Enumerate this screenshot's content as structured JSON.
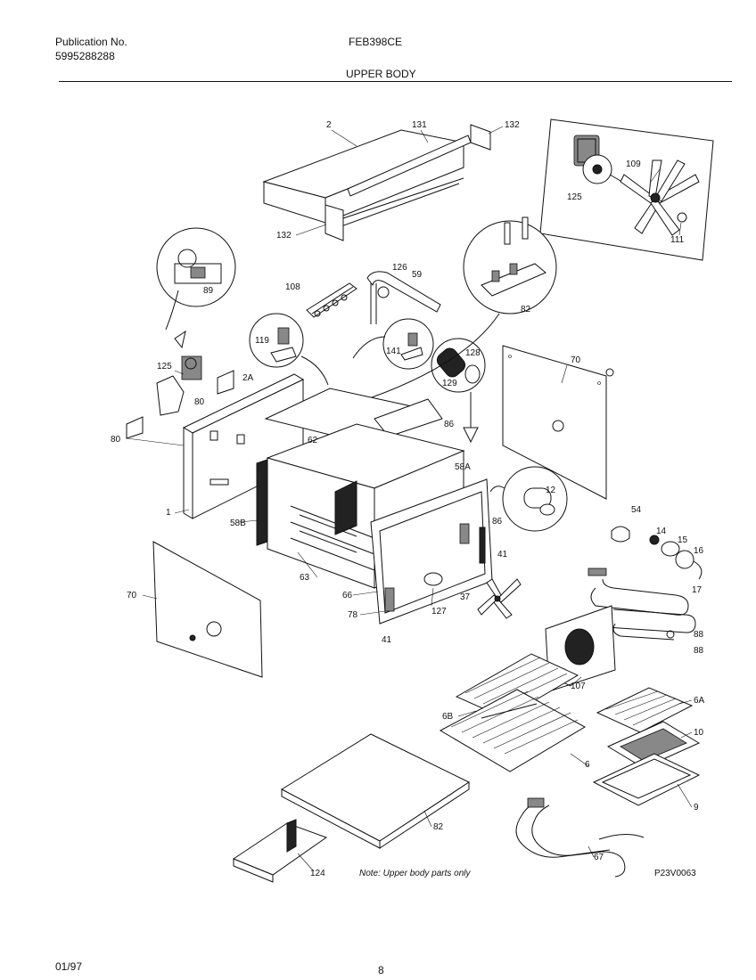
{
  "header": {
    "publication_label": "Publication No.",
    "publication_number": "5995288288",
    "model": "FEB398CE",
    "section_title": "UPPER BODY"
  },
  "footer": {
    "date": "01/97",
    "page": "8"
  },
  "diagram": {
    "note": "Note: Upper body parts only",
    "figure_code": "P23V0063",
    "part_labels": [
      "2",
      "131",
      "132",
      "132",
      "125",
      "109",
      "111",
      "89",
      "108",
      "126",
      "59",
      "82",
      "119",
      "141",
      "128",
      "129",
      "70",
      "125",
      "80",
      "2A",
      "80",
      "62",
      "86",
      "58A",
      "1",
      "58B",
      "12",
      "63",
      "86",
      "41",
      "54",
      "14",
      "15",
      "16",
      "70",
      "66",
      "78",
      "41",
      "127",
      "37",
      "17",
      "88",
      "88",
      "107",
      "6B",
      "6A",
      "10",
      "6",
      "9",
      "82",
      "124",
      "67"
    ]
  }
}
